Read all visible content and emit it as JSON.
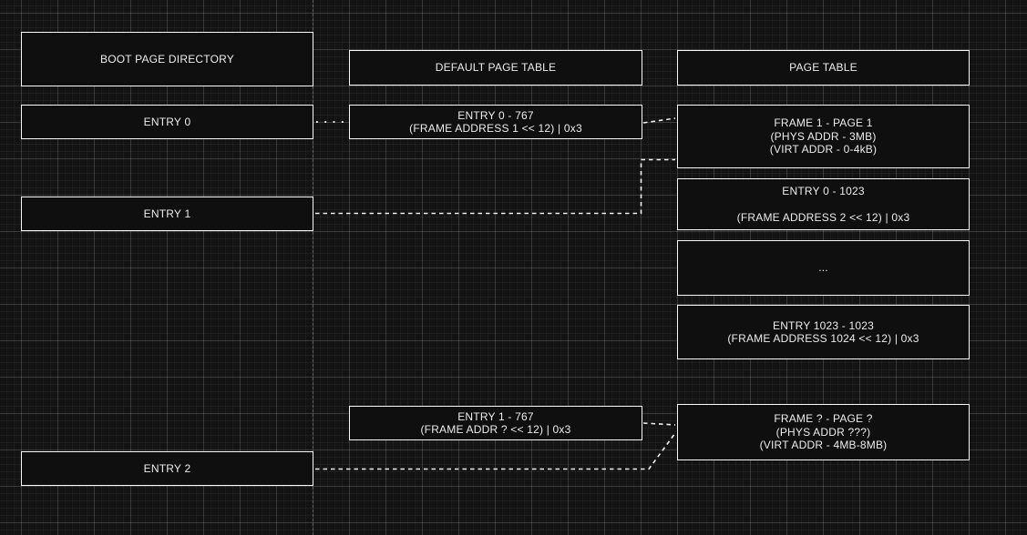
{
  "colors": {
    "background": "#131313",
    "grid_major": "#313131",
    "grid_minor": "#1b1b1b",
    "node_fill": "#0f0f0f",
    "node_border": "#fafafa",
    "text": "#ececec",
    "connector": "#f2f2f2"
  },
  "headers": {
    "boot_page_directory": "BOOT PAGE DIRECTORY",
    "default_page_table": "DEFAULT PAGE TABLE",
    "page_table": "PAGE TABLE"
  },
  "nodes": {
    "entry0": {
      "label": "ENTRY 0"
    },
    "entry1": {
      "label": "ENTRY 1"
    },
    "entry2": {
      "label": "ENTRY 2"
    },
    "entry0_767": {
      "label": "ENTRY 0 - 767\n(FRAME ADDRESS 1 << 12) | 0x3"
    },
    "entry1_767": {
      "label": "ENTRY 1 - 767\n(FRAME ADDR ? << 12) | 0x3"
    },
    "frame1_page1": {
      "label": "FRAME 1 - PAGE 1\n(PHYS ADDR - 3MB)\n(VIRT ADDR - 0-4kB)"
    },
    "entry0_1023": {
      "label": "ENTRY 0 - 1023\n\n(FRAME ADDRESS 2 << 12) | 0x3"
    },
    "ellipsis": {
      "label": "..."
    },
    "entry1023_1023": {
      "label": "ENTRY 1023 - 1023\n(FRAME ADDRESS 1024 << 12) | 0x3"
    },
    "frameq_pageq": {
      "label": "FRAME ? - PAGE ?\n(PHYS ADDR ???)\n(VIRT ADDR - 4MB-8MB)"
    }
  }
}
